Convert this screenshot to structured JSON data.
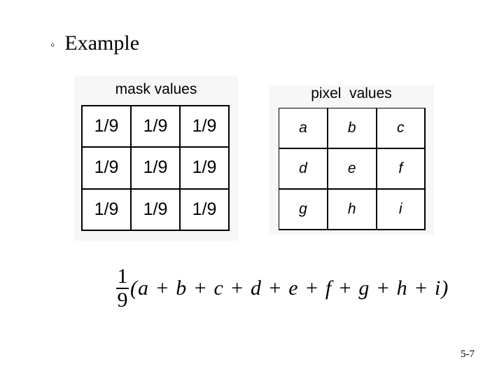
{
  "slide": {
    "bullet_symbol": "◦",
    "heading": "Example",
    "page_number": "5-7"
  },
  "mask": {
    "title": "mask values",
    "rows": [
      [
        "1/9",
        "1/9",
        "1/9"
      ],
      [
        "1/9",
        "1/9",
        "1/9"
      ],
      [
        "1/9",
        "1/9",
        "1/9"
      ]
    ]
  },
  "pixel": {
    "title": "pixel  values",
    "rows": [
      [
        "a",
        "b",
        "c"
      ],
      [
        "d",
        "e",
        "f"
      ],
      [
        "g",
        "h",
        "i"
      ]
    ]
  },
  "formula": {
    "numerator": "1",
    "denominator": "9",
    "expression": "(a + b + c + d + e + f + g + h + i)"
  }
}
